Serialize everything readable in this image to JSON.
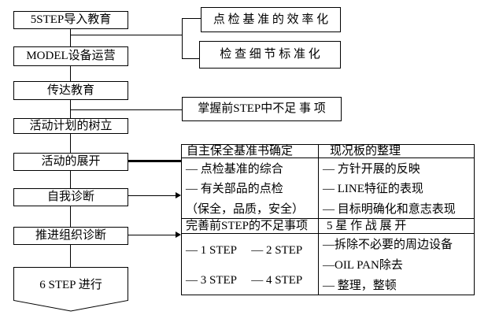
{
  "flow": {
    "steps": [
      {
        "label": "5STEP导入教育"
      },
      {
        "label": "MODEL设备运营"
      },
      {
        "label": "传达教育"
      },
      {
        "label": "活动计划的树立"
      },
      {
        "label": "活动的展开"
      },
      {
        "label": "自我诊断"
      },
      {
        "label": "推进组织诊断"
      }
    ],
    "terminal": {
      "label": "6 STEP 进行"
    }
  },
  "callouts": {
    "top": [
      {
        "label": "点 检 基 准 的 效 率 化"
      },
      {
        "label": "检 查 细 节 标 准 化"
      }
    ],
    "mid": {
      "label": "掌握前STEP中不足 事 项"
    }
  },
  "table": {
    "sections": [
      {
        "left_header": "自主保全基准书确定",
        "right_header": "现况板的整理",
        "left_items": [
          "— 点检基准的综合",
          "— 有关部品的点检",
          "（保全，品质，安全）"
        ],
        "right_items": [
          "— 方针开展的反映",
          "— LINE特征的表现",
          "— 目标明确化和意志表现"
        ]
      },
      {
        "left_header": "完善前STEP的不足事项",
        "right_header": "5 星 作 战 展 开",
        "left_items": [
          "— 1 STEP　 — 2 STEP",
          "— 3 STEP　 — 4 STEP"
        ],
        "right_items": [
          "—拆除不必要的周边设备",
          "—OIL PAN除去",
          "— 整理，整顿"
        ]
      }
    ]
  },
  "colors": {
    "line": "#000000",
    "background": "#ffffff",
    "text": "#000000"
  }
}
